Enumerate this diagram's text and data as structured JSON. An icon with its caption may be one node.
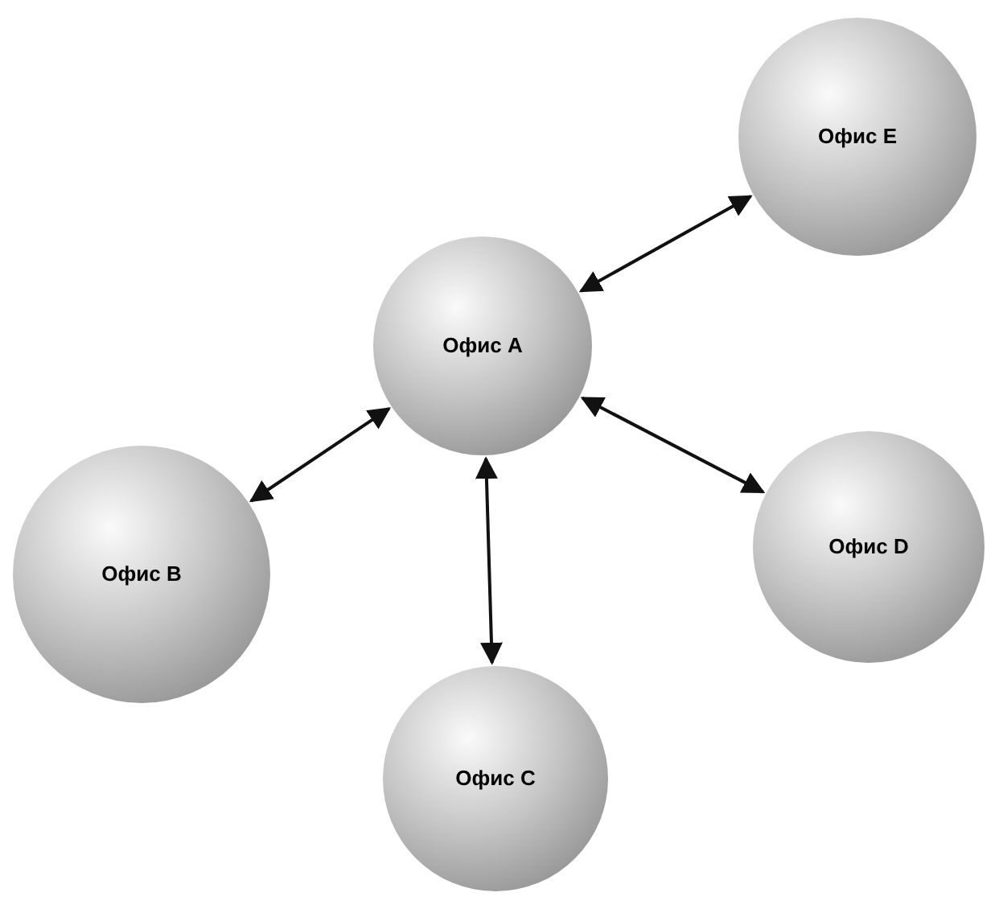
{
  "diagram": {
    "nodes": [
      {
        "text": [
          "Офис E"
        ]
      },
      {
        "text": [
          "Офис A"
        ]
      },
      {
        "text": [
          "Офис B"
        ]
      },
      {
        "text": [
          "Офис D"
        ]
      },
      {
        "text": [
          "Офис C"
        ]
      }
    ],
    "edges": [
      {
        "from": 1,
        "to": 0,
        "arrow": "both"
      },
      {
        "from": 1,
        "to": 2,
        "arrow": "both"
      },
      {
        "from": 1,
        "to": 4,
        "arrow": "both"
      },
      {
        "from": 1,
        "to": 3,
        "arrow": "both"
      }
    ]
  }
}
